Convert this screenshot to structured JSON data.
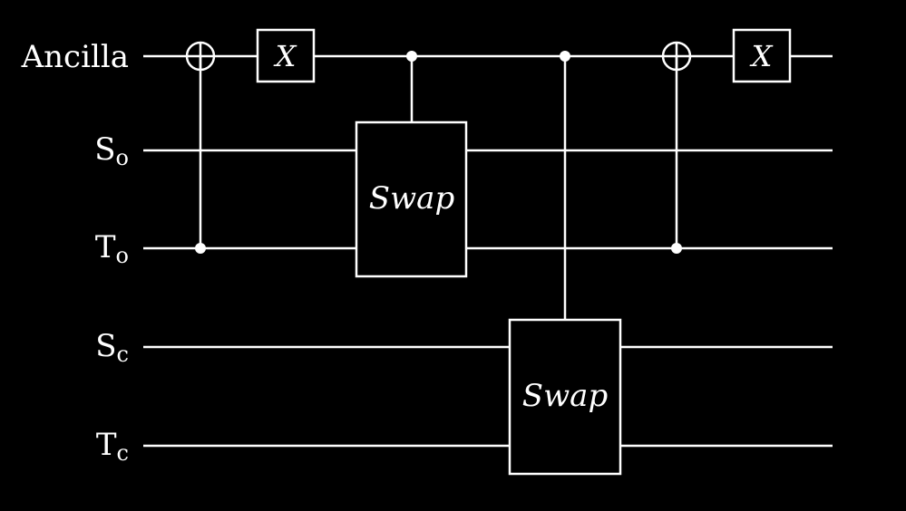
{
  "wires": [
    {
      "id": "ancilla",
      "label": "Ancilla",
      "sub": ""
    },
    {
      "id": "so",
      "label": "S",
      "sub": "o"
    },
    {
      "id": "to",
      "label": "T",
      "sub": "o"
    },
    {
      "id": "sc",
      "label": "S",
      "sub": "c"
    },
    {
      "id": "tc",
      "label": "T",
      "sub": "c"
    }
  ],
  "gates": {
    "x1_label": "X",
    "x2_label": "X",
    "swap1_label": "Swap",
    "swap2_label": "Swap"
  }
}
